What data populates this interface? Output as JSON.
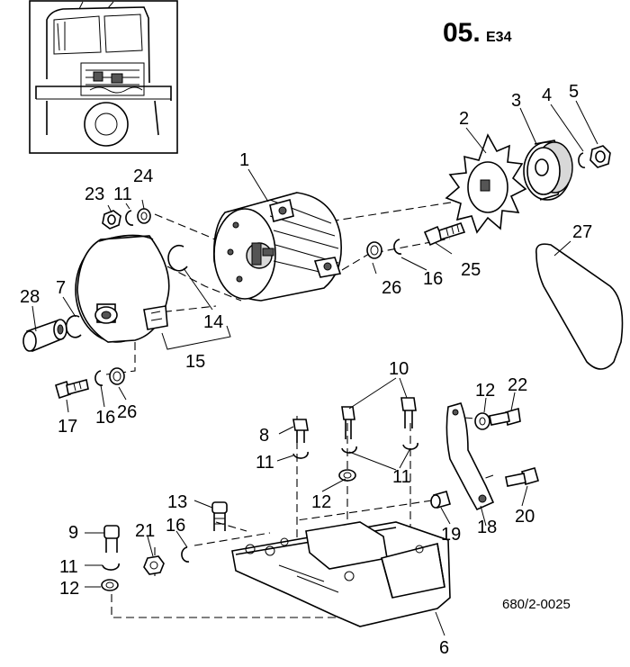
{
  "header": {
    "section_main": "05.",
    "section_sub": "E34"
  },
  "footer": {
    "reference": "680/2-0025"
  },
  "labels": [
    {
      "id": "p1",
      "text": "1"
    },
    {
      "id": "p2",
      "text": "2"
    },
    {
      "id": "p3",
      "text": "3"
    },
    {
      "id": "p4",
      "text": "4"
    },
    {
      "id": "p5",
      "text": "5"
    },
    {
      "id": "p6",
      "text": "6"
    },
    {
      "id": "p7",
      "text": "7"
    },
    {
      "id": "p8",
      "text": "8"
    },
    {
      "id": "p9",
      "text": "9"
    },
    {
      "id": "p10",
      "text": "10"
    },
    {
      "id": "p11a",
      "text": "11"
    },
    {
      "id": "p11b",
      "text": "11"
    },
    {
      "id": "p11c",
      "text": "11"
    },
    {
      "id": "p11d",
      "text": "11"
    },
    {
      "id": "p12a",
      "text": "12"
    },
    {
      "id": "p12b",
      "text": "12"
    },
    {
      "id": "p12c",
      "text": "12"
    },
    {
      "id": "p13",
      "text": "13"
    },
    {
      "id": "p14",
      "text": "14"
    },
    {
      "id": "p15",
      "text": "15"
    },
    {
      "id": "p16a",
      "text": "16"
    },
    {
      "id": "p16b",
      "text": "16"
    },
    {
      "id": "p16c",
      "text": "16"
    },
    {
      "id": "p17",
      "text": "17"
    },
    {
      "id": "p18",
      "text": "18"
    },
    {
      "id": "p19",
      "text": "19"
    },
    {
      "id": "p20",
      "text": "20"
    },
    {
      "id": "p21",
      "text": "21"
    },
    {
      "id": "p22",
      "text": "22"
    },
    {
      "id": "p23",
      "text": "23"
    },
    {
      "id": "p24",
      "text": "24"
    },
    {
      "id": "p25",
      "text": "25"
    },
    {
      "id": "p26a",
      "text": "26"
    },
    {
      "id": "p26b",
      "text": "26"
    },
    {
      "id": "p27",
      "text": "27"
    },
    {
      "id": "p28",
      "text": "28"
    }
  ]
}
